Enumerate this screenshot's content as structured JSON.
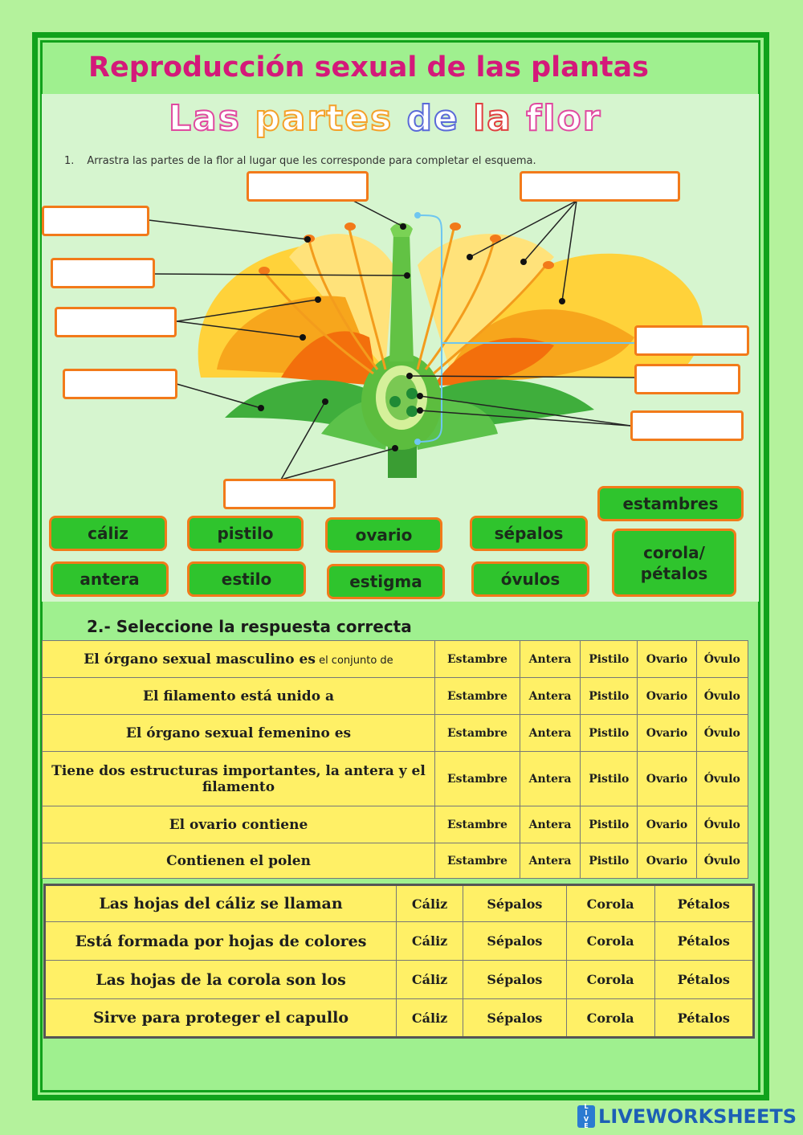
{
  "header": {
    "title": "Reproducción sexual de las plantas"
  },
  "worksheet": {
    "title_parts": [
      "Las ",
      "partes ",
      "de ",
      "la ",
      "flor"
    ],
    "instruction_number": "1.",
    "instruction": "Arrastra las partes de la flor al lugar que les corresponde para completar el esquema.",
    "chips": {
      "caliz": "cáliz",
      "pistilo": "pistilo",
      "ovario": "ovario",
      "sepalos": "sépalos",
      "estambres": "estambres",
      "antera": "antera",
      "estilo": "estilo",
      "estigma": "estigma",
      "ovulos": "óvulos",
      "corola_line1": "corola/",
      "corola_line2": "pétalos"
    }
  },
  "section2": {
    "heading": "2.- Seleccione la respuesta correcta",
    "table1": {
      "options": [
        "Estambre",
        "Antera",
        "Pistilo",
        "Ovario",
        "Óvulo"
      ],
      "rows": [
        {
          "q": "El órgano sexual masculino es",
          "q_small": " el conjunto de"
        },
        {
          "q": "El filamento está unido a"
        },
        {
          "q": "El órgano sexual femenino es"
        },
        {
          "q": "Tiene dos estructuras importantes, la antera y el filamento"
        },
        {
          "q": "El ovario contiene"
        },
        {
          "q": "Contienen el polen"
        }
      ]
    },
    "table2": {
      "options": [
        "Cáliz",
        "Sépalos",
        "Corola",
        "Pétalos"
      ],
      "rows": [
        {
          "q": "Las hojas del cáliz se llaman"
        },
        {
          "q": "Está formada por hojas de colores"
        },
        {
          "q": "Las hojas de la corola son los"
        },
        {
          "q": "Sirve para proteger el capullo"
        }
      ]
    }
  },
  "footer": {
    "logo_text": "LIVEWORKSHEETS",
    "logo_badge": [
      "L",
      "I",
      "V",
      "E"
    ]
  },
  "colors": {
    "frame": "#10a21b",
    "title": "#d4197a",
    "chip": "#2fc42d",
    "chip_border": "#f27a1a",
    "table_bg": "#fff066"
  }
}
